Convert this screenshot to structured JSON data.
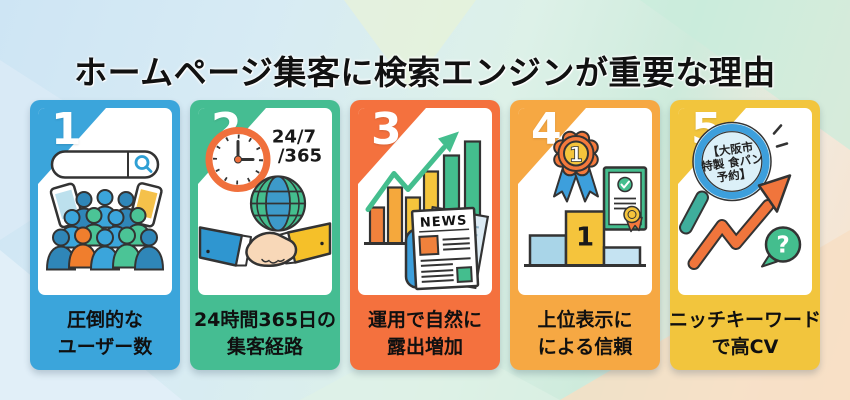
{
  "title": "ホームページ集客に検索エンジンが重要な理由",
  "cards": [
    {
      "number": "1",
      "color": "#3BA5DB",
      "label_line1": "圧倒的な",
      "label_line2": "ユーザー数"
    },
    {
      "number": "2",
      "color": "#45BD92",
      "label_line1": "24時間365日の",
      "label_line2": "集客経路"
    },
    {
      "number": "3",
      "color": "#F4713E",
      "label_line1": "運用で自然に",
      "label_line2": "露出増加"
    },
    {
      "number": "4",
      "color": "#F6A843",
      "label_line1": "上位表示に",
      "label_line2": "による信頼"
    },
    {
      "number": "5",
      "color": "#F2C53D",
      "label_line1": "ニッチキーワード",
      "label_line2": "で高CV"
    }
  ],
  "illustrations": {
    "availability_line1": "24/7",
    "availability_line2": "/365",
    "news_masthead": "NEWS",
    "medal_rank": "1",
    "podium_rank": "1",
    "keyword_line1": "【大阪市",
    "keyword_line2": "特製 食パン",
    "keyword_line3": "予約】",
    "question_mark": "?"
  },
  "icons": [
    "search-icon",
    "phone-icon",
    "crowd-icon",
    "clock-icon",
    "globe-icon",
    "handshake-icon",
    "bar-chart-icon",
    "growth-arrow-icon",
    "newspaper-icon",
    "medal-icon",
    "certificate-icon",
    "podium-icon",
    "magnifier-icon",
    "trend-arrow-icon",
    "question-bubble-icon"
  ]
}
